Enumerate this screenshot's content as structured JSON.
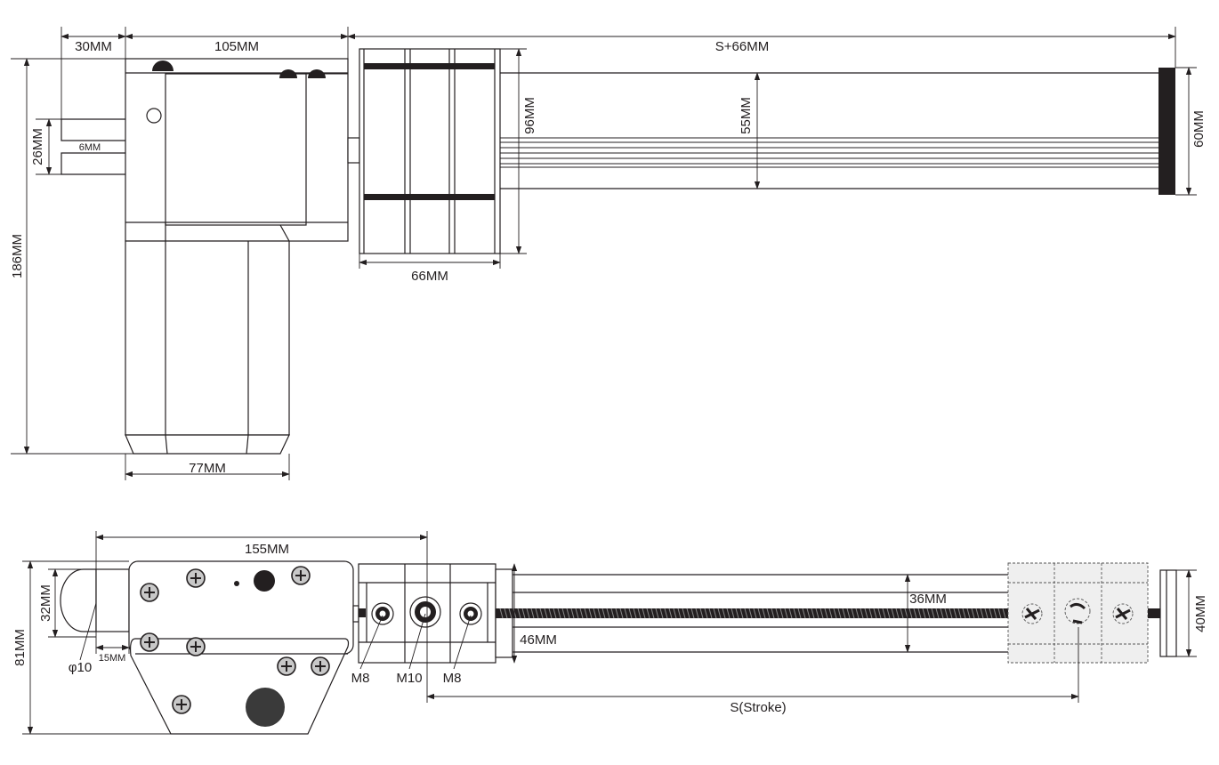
{
  "top_view": {
    "dims": {
      "width_30": "30MM",
      "width_105": "105MM",
      "stroke_plus": "S+66MM",
      "height_186": "186MM",
      "height_26": "26MM",
      "slot_6": "6MM",
      "bracket_96": "96MM",
      "tube_55": "55MM",
      "end_60": "60MM",
      "bracket_66": "66MM",
      "motor_77": "77MM"
    }
  },
  "side_view": {
    "dims": {
      "length_155": "155MM",
      "height_81": "81MM",
      "cap_32": "32MM",
      "hole_phi": "φ10",
      "offset_15": "15MM",
      "tube_36": "36MM",
      "bracket_46": "46MM",
      "end_40": "40MM",
      "stroke": "S(Stroke)"
    },
    "threads": {
      "left": "M8",
      "center": "M10",
      "right": "M8"
    }
  },
  "colors": {
    "line": "#231f20",
    "screw_fill": "#c8c8c8",
    "dashed_fill": "#efefef"
  }
}
